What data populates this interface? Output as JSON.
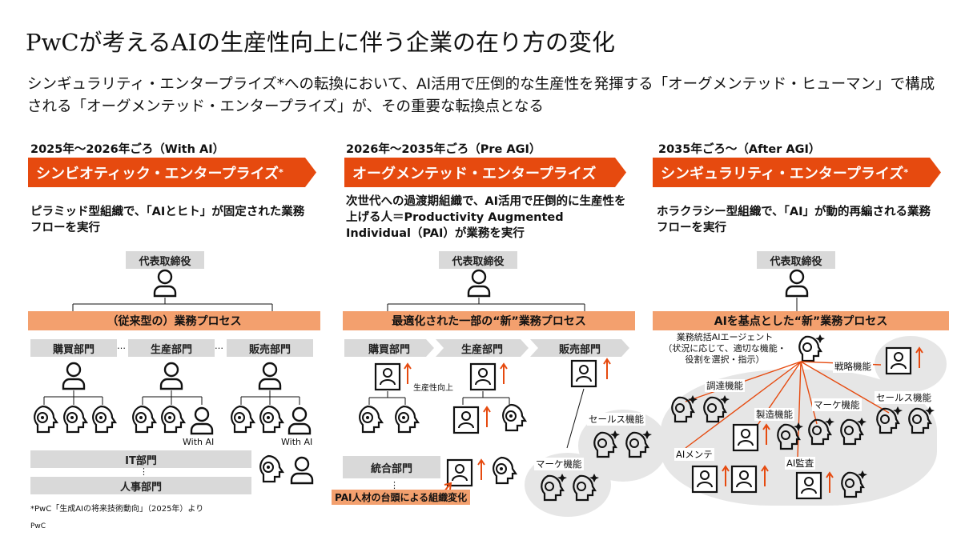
{
  "title": "PwCが考えるAIの生産性向上に伴う企業の在り方の変化",
  "subtitle": "シンギュラリティ・エンタープライズ*への転換において、AI活用で圧倒的な生産性を発揮する「オーグメンテッド・ヒューマン」で構成される「オーグメンテッド・エンタープライズ」が、その重要な転換点となる",
  "colors": {
    "accent": "#e64a0f",
    "process": "#f3a06e",
    "box": "#d9d9d9",
    "cloud": "#e6e6e6"
  },
  "col1": {
    "era": "2025年～2026年ごろ（With AI）",
    "enterprise": "シンビオティック・エンタープライズ",
    "star": "*",
    "desc": "ピラミッド型組織で、「AIとヒト」が固定された業務フローを実行",
    "ceo": "代表取締役",
    "process": "（従来型の）業務プロセス",
    "dept1": "購買部門",
    "dept2": "生産部門",
    "dept3": "販売部門",
    "ellipsis": "…",
    "with_ai": "With AI",
    "it": "IT部門",
    "vdots": "⋮",
    "hr": "人事部門"
  },
  "col2": {
    "era": "2026年～2035年ごろ（Pre AGI）",
    "enterprise": "オーグメンテッド・エンタープライズ",
    "desc": "次世代への過渡期組織で、AI活用で圧倒的に生産性を上げる人＝Productivity Augmented Individual（PAI）が業務を実行",
    "ceo": "代表取締役",
    "process": "最適化された一部の“新”業務プロセス",
    "dept1": "購買部門",
    "dept2": "生産部門",
    "dept3": "販売部門",
    "productivity": "生産性向上",
    "sales_func": "セールス機能",
    "marketing_func": "マーケ機能",
    "integrated": "統合部門",
    "vdots": "⋮",
    "pai_rise": "PAI人材の台頭による組織変化"
  },
  "col3": {
    "era": "2035年ごろ～（After AGI）",
    "enterprise": "シンギュラリティ・エンタープライズ",
    "star": "*",
    "desc": "ホラクラシー型組織で、「AI」が動的再編される業務フローを実行",
    "ceo": "代表取締役",
    "process": "AIを基点とした“新”業務プロセス",
    "agent": "業務統括AIエージェント\n（状況に応じて、適切な機能・\n役割を選択・指示）",
    "strategy": "戦略機能",
    "procurement": "調達機能",
    "manufacturing": "製造機能",
    "marketing": "マーケ機能",
    "sales": "セールス機能",
    "ai_maint": "AIメンテ",
    "ai_audit": "AI監査"
  },
  "footnote": "*PwC「生成AIの将来技術動向」（2025年）より",
  "brand": "PwC"
}
